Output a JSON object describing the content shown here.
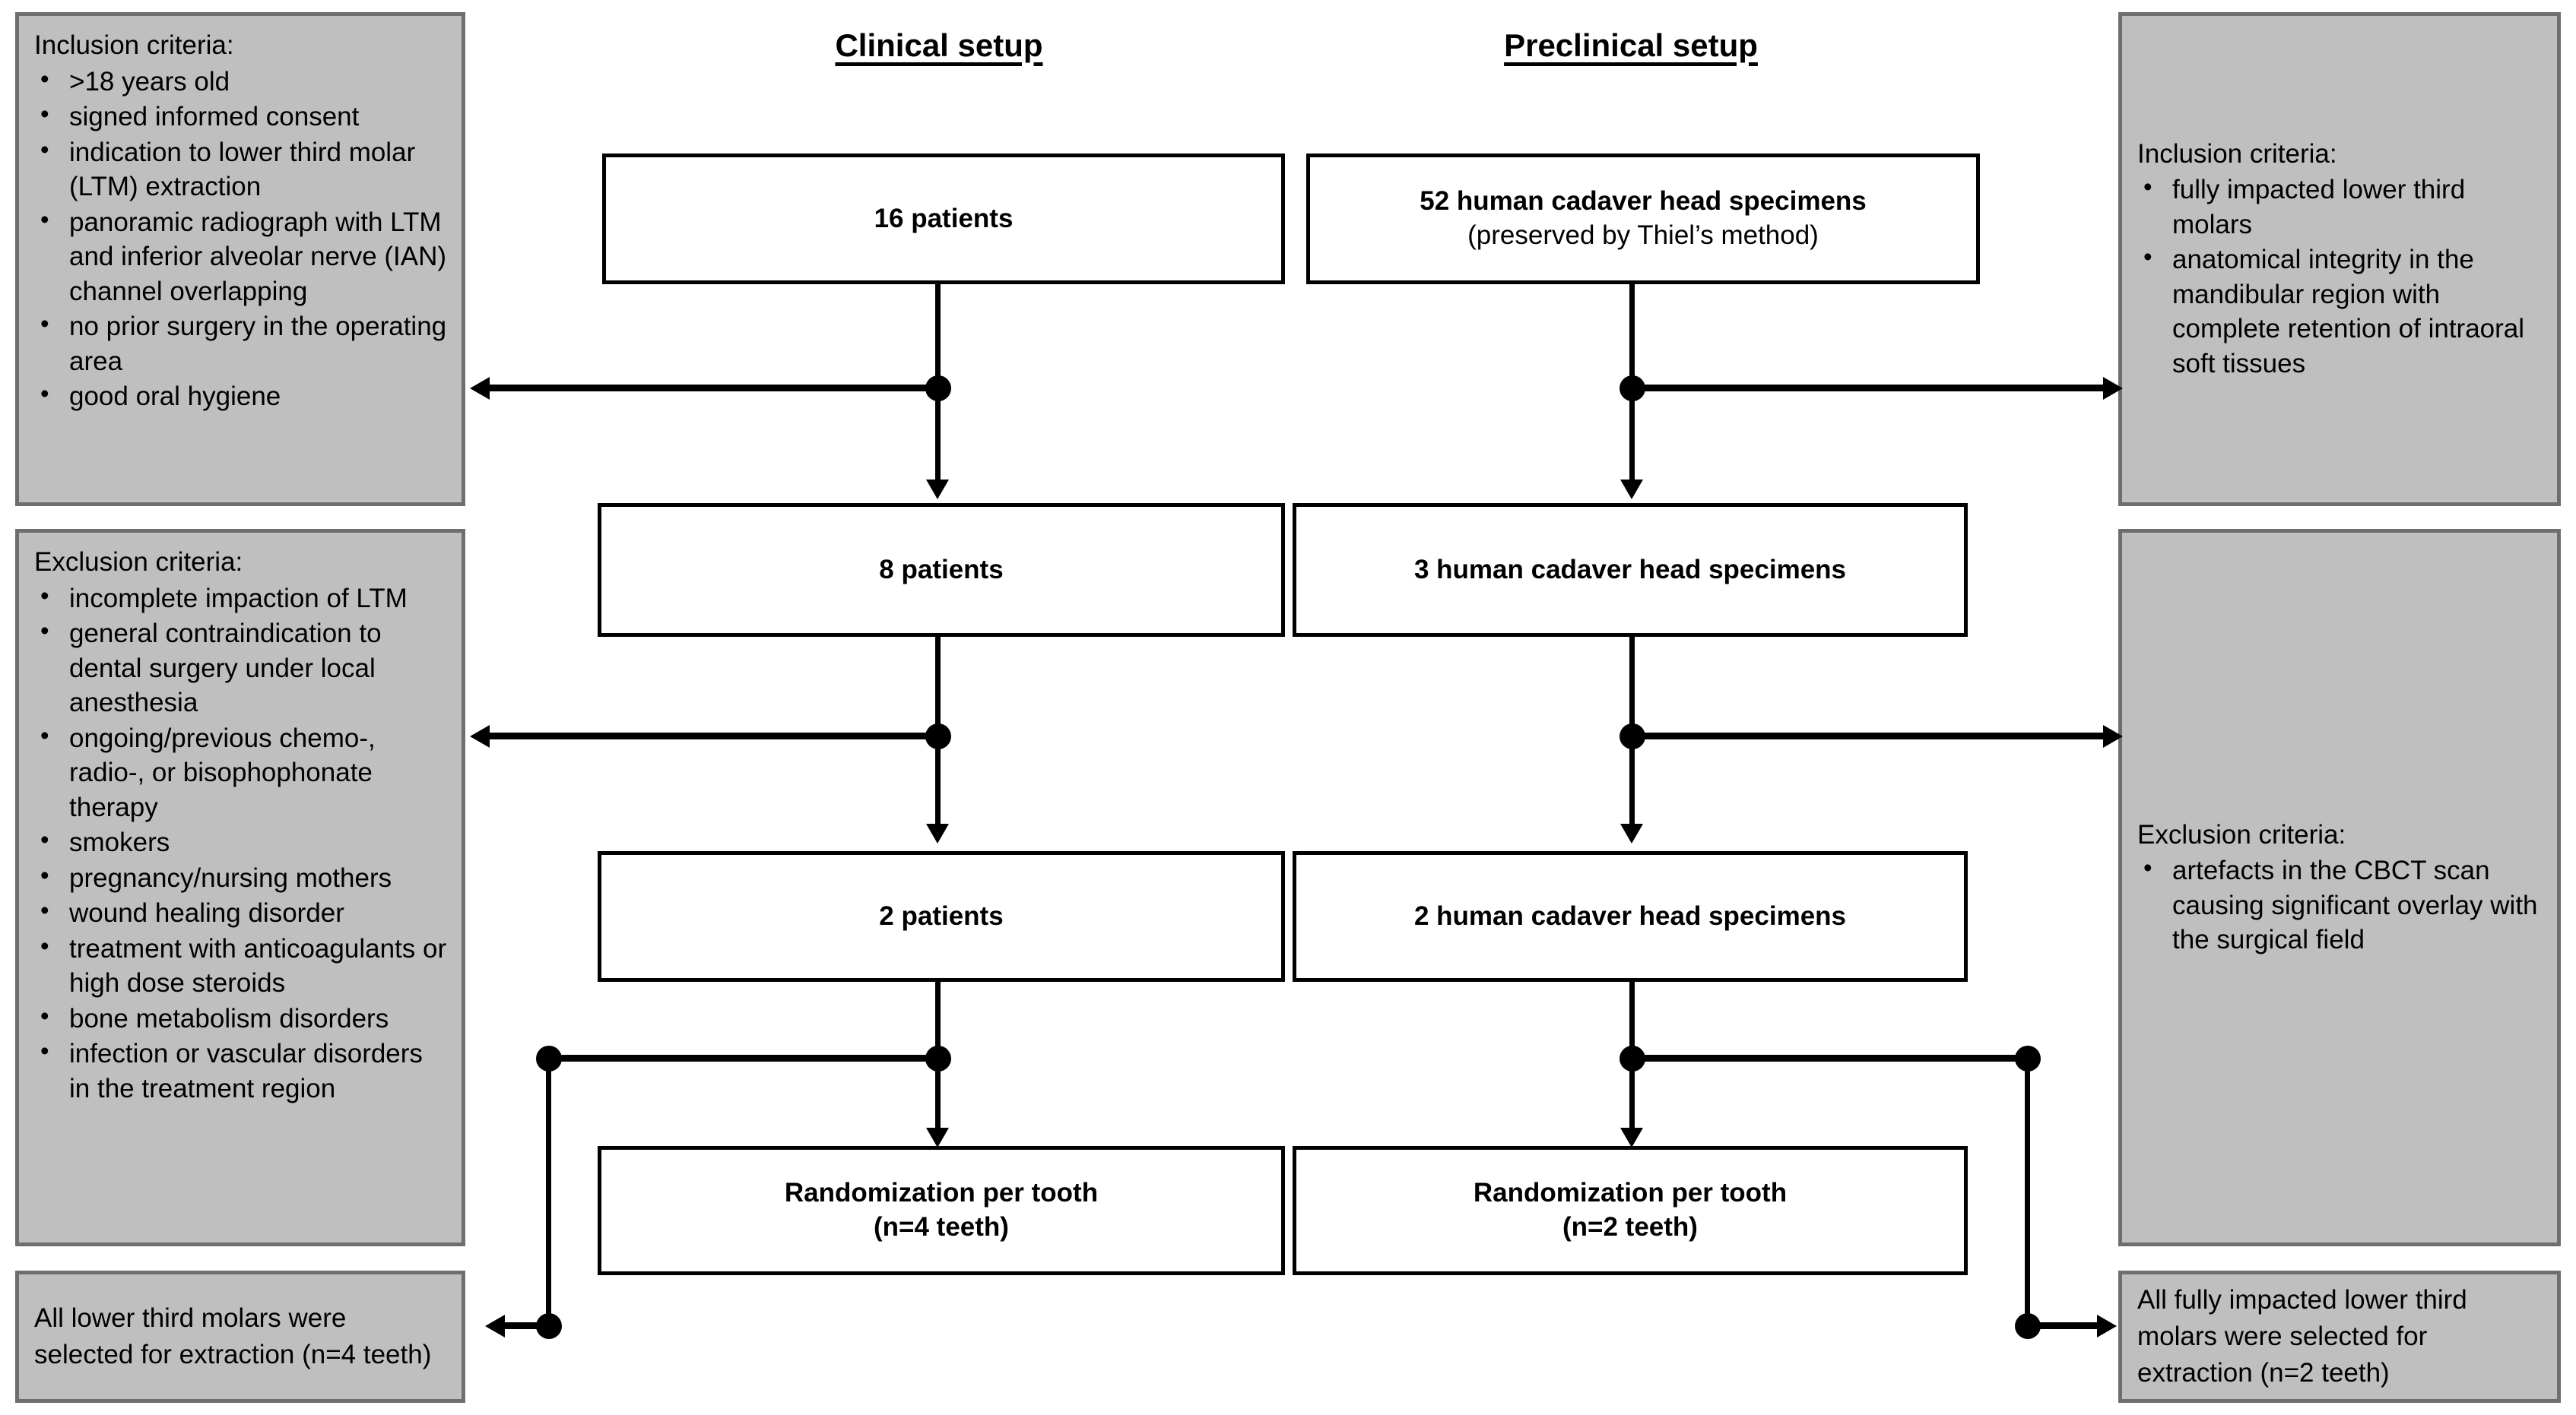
{
  "columns": {
    "clinical_title": "Clinical setup",
    "preclinical_title": "Preclinical setup"
  },
  "flow": {
    "clinical": [
      {
        "line1": "16 patients",
        "line2": ""
      },
      {
        "line1": "8 patients",
        "line2": ""
      },
      {
        "line1": "2 patients",
        "line2": ""
      },
      {
        "line1": "Randomization per tooth",
        "line2": "(n=4 teeth)"
      }
    ],
    "preclinical": [
      {
        "line1": "52 human cadaver head specimens",
        "line2": "(preserved by Thiel’s method)"
      },
      {
        "line1": "3 human cadaver head specimens",
        "line2": ""
      },
      {
        "line1": "2 human cadaver head specimens",
        "line2": ""
      },
      {
        "line1": "Randomization per tooth",
        "line2": "(n=2 teeth)"
      }
    ]
  },
  "left_panels": {
    "inclusion": {
      "heading": "Inclusion criteria:",
      "items": [
        ">18 years old",
        "signed informed consent",
        "indication to lower third molar (LTM) extraction",
        "panoramic radiograph with LTM and inferior alveolar nerve (IAN) channel overlapping",
        "no prior surgery in the operating area",
        "good oral hygiene"
      ]
    },
    "exclusion": {
      "heading": "Exclusion criteria:",
      "items": [
        "incomplete impaction of LTM",
        "general contraindication to dental surgery under local anesthesia",
        "ongoing/previous chemo-, radio-, or bisophophonate therapy",
        "smokers",
        "pregnancy/nursing mothers",
        "wound healing disorder",
        "treatment with anticoagulants or high dose steroids",
        "bone metabolism disorders",
        "infection or vascular disorders in the treatment region"
      ]
    },
    "outcome": {
      "text": "All lower third molars were selected for extraction (n=4 teeth)"
    }
  },
  "right_panels": {
    "inclusion": {
      "heading": "Inclusion criteria:",
      "items": [
        "fully impacted lower third molars",
        "anatomical integrity in the mandibular region with complete retention of intraoral soft tissues"
      ]
    },
    "exclusion": {
      "heading": "Exclusion criteria:",
      "items": [
        "artefacts in the CBCT scan causing significant overlay with the surgical field"
      ]
    },
    "outcome": {
      "text": "All fully impacted lower third molars were selected for extraction (n=2 teeth)"
    }
  },
  "colors": {
    "panel_fill": "#bfbfbf",
    "panel_border": "#6e6e6e",
    "box_border": "#000000",
    "connector": "#000000",
    "background": "#ffffff"
  }
}
